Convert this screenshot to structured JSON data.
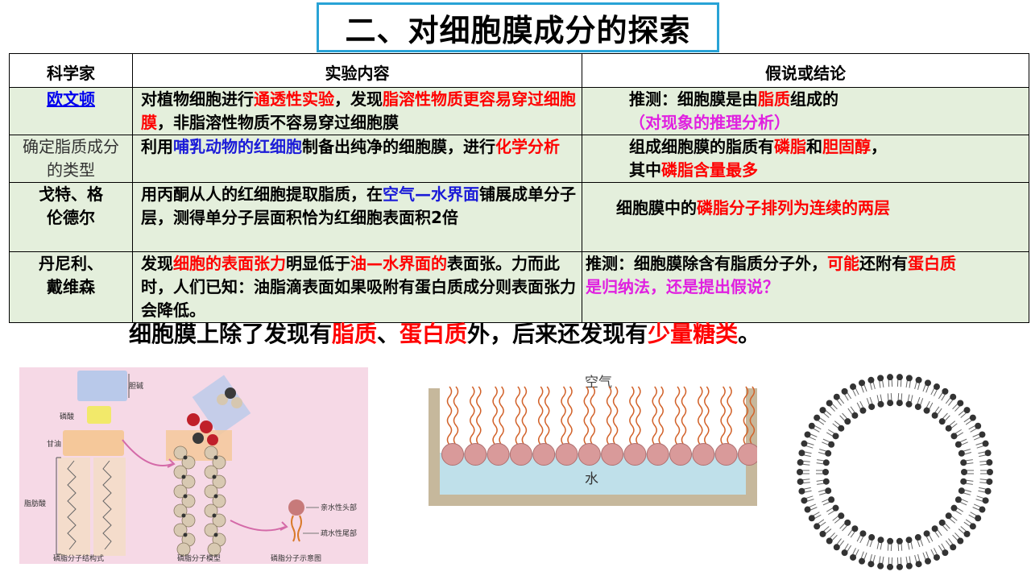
{
  "title": "二、对细胞膜成分的探索",
  "table": {
    "headers": [
      "科学家",
      "实验内容",
      "假说或结论"
    ],
    "rows": [
      {
        "scientist": "欧文顿",
        "content": [
          {
            "t": "对植物细胞进行"
          },
          {
            "t": "通透性实验",
            "c": "red"
          },
          {
            "t": "，发现"
          },
          {
            "t": "脂溶性物质更容易穿过细胞膜",
            "c": "red"
          },
          {
            "t": "，非脂溶性物质不容易穿过细胞膜"
          }
        ],
        "conclusion_lines": [
          [
            {
              "t": "推测：细胞膜是由"
            },
            {
              "t": "脂质",
              "c": "red"
            },
            {
              "t": "组成的"
            }
          ],
          [
            {
              "t": "（对现象的推理分析）",
              "c": "mag"
            }
          ]
        ]
      },
      {
        "scientist": "确定脂质成分的类型",
        "content": [
          {
            "t": "利用"
          },
          {
            "t": "哺乳动物的红细胞",
            "c": "blue"
          },
          {
            "t": "制备出纯净的细胞膜，进行"
          },
          {
            "t": "化学分析",
            "c": "red"
          }
        ],
        "conclusion_lines": [
          [
            {
              "t": "组成细胞膜的脂质有"
            },
            {
              "t": "磷脂",
              "c": "red"
            },
            {
              "t": "和"
            },
            {
              "t": "胆固醇",
              "c": "red"
            },
            {
              "t": "，"
            }
          ],
          [
            {
              "t": "其中"
            },
            {
              "t": "磷脂含量最多",
              "c": "red"
            }
          ]
        ]
      },
      {
        "scientist": "戈特、格伦德尔",
        "content": [
          {
            "t": "用丙酮从人的红细胞提取脂质，在"
          },
          {
            "t": "空气—水界面",
            "c": "blue"
          },
          {
            "t": "铺展成单分子层，测得单分子层面积恰为红细胞表面积2倍"
          }
        ],
        "conclusion_lines": [
          [
            {
              "t": "细胞膜中的"
            },
            {
              "t": "磷脂分子排列为连续的两层",
              "c": "red"
            }
          ]
        ]
      },
      {
        "scientist": "丹尼利、戴维森",
        "content": [
          {
            "t": "发现"
          },
          {
            "t": "细胞的表面张力",
            "c": "red"
          },
          {
            "t": "明显低于"
          },
          {
            "t": "油—水界面的",
            "c": "red"
          },
          {
            "t": "表面张。力而此时，人们已知：油脂滴表面如果吸附有蛋白质成分则表面张力会降低。"
          }
        ],
        "conclusion_lines": [
          [
            {
              "t": "推测：细胞膜除含有脂质分子外，"
            },
            {
              "t": "可能",
              "c": "red"
            },
            {
              "t": "还附有"
            },
            {
              "t": "蛋白质",
              "c": "red"
            }
          ],
          [
            {
              "t": "是归纳法，还是提出假说？",
              "c": "mag"
            }
          ]
        ]
      }
    ]
  },
  "summary": [
    {
      "t": "细胞膜上除了发现有"
    },
    {
      "t": "脂质",
      "c": "red"
    },
    {
      "t": "、"
    },
    {
      "t": "蛋白质",
      "c": "red"
    },
    {
      "t": "外，后来还发现有"
    },
    {
      "t": "少量糖类",
      "c": "red"
    },
    {
      "t": "。"
    }
  ],
  "figure_left": {
    "labels": {
      "choline": "胆碱",
      "phosphate": "磷酸",
      "glycerol": "甘油",
      "fatty_acid": "脂肪酸",
      "hydrophilic_head": "亲水性头部",
      "hydrophobic_tail": "疏水性尾部"
    },
    "captions": [
      "磷脂分子结构式",
      "磷脂分子模型",
      "磷脂分子示意图"
    ]
  },
  "figure_mid": {
    "air": "空气",
    "water": "水"
  },
  "colors": {
    "red": "#ff0000",
    "blue": "#1b1bd8",
    "magenta": "#e020e0",
    "cell_bg": "#e4efdc",
    "title_border": "#29a3d6"
  }
}
